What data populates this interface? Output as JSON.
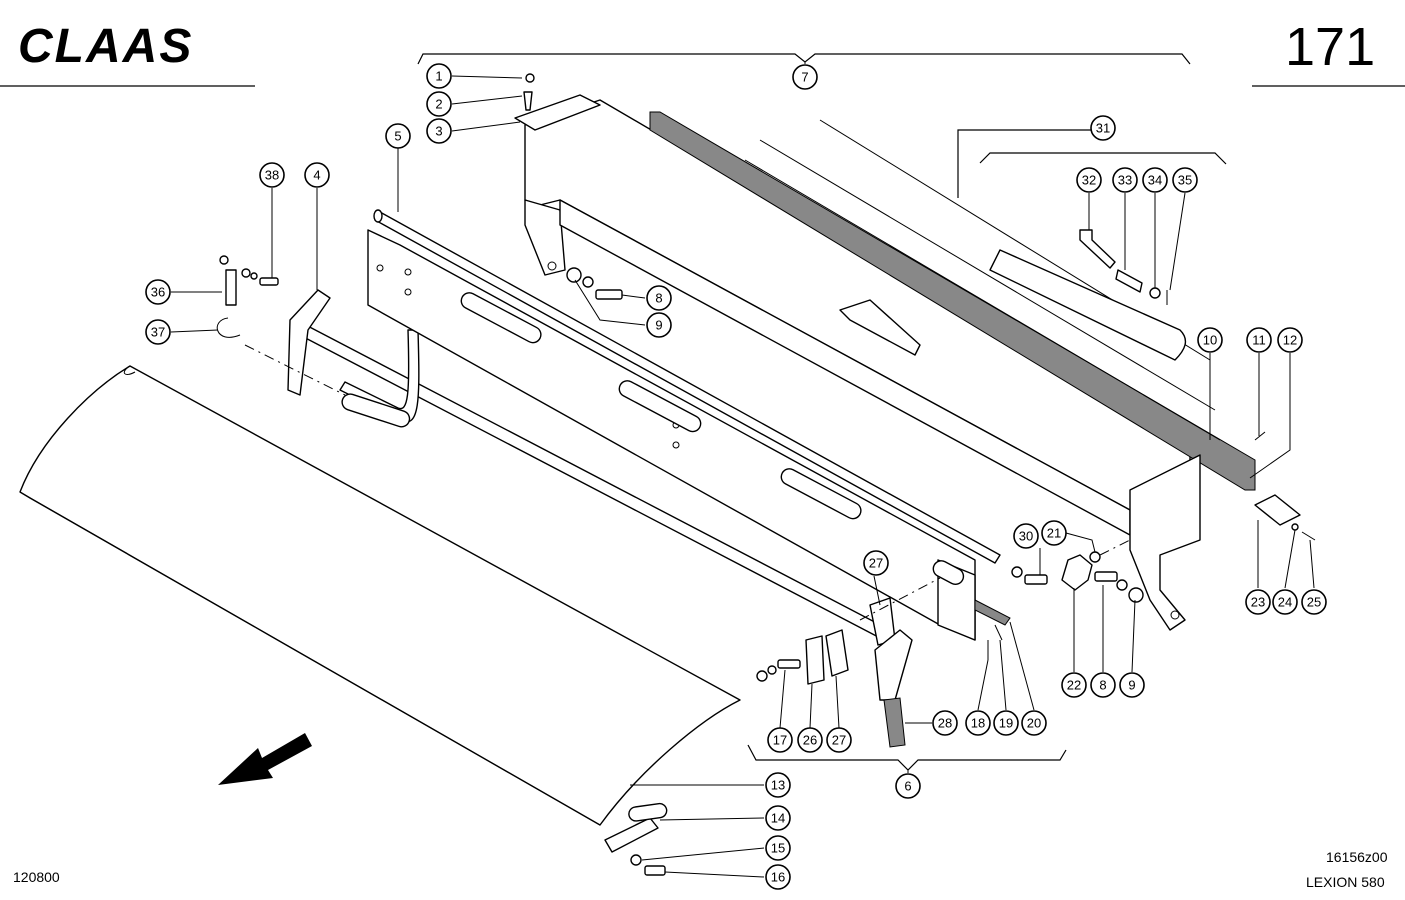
{
  "header": {
    "brand": "CLAAS",
    "page_number": "171"
  },
  "footer": {
    "date_code": "120800",
    "drawing_code": "16156z00",
    "model": "LEXION 580"
  },
  "callouts": {
    "c1": "1",
    "c2": "2",
    "c3": "3",
    "c4": "4",
    "c5": "5",
    "c6": "6",
    "c7": "7",
    "c8a": "8",
    "c8b": "8",
    "c9a": "9",
    "c9b": "9",
    "c10": "10",
    "c11": "11",
    "c12": "12",
    "c13": "13",
    "c14": "14",
    "c15": "15",
    "c16": "16",
    "c17": "17",
    "c18": "18",
    "c19": "19",
    "c20": "20",
    "c21": "21",
    "c22": "22",
    "c23": "23",
    "c24": "24",
    "c25": "25",
    "c26": "26",
    "c27a": "27",
    "c27b": "27",
    "c28": "28",
    "c30": "30",
    "c31": "31",
    "c32": "32",
    "c33": "33",
    "c34": "34",
    "c35": "35",
    "c36": "36",
    "c37": "37",
    "c38": "38"
  }
}
